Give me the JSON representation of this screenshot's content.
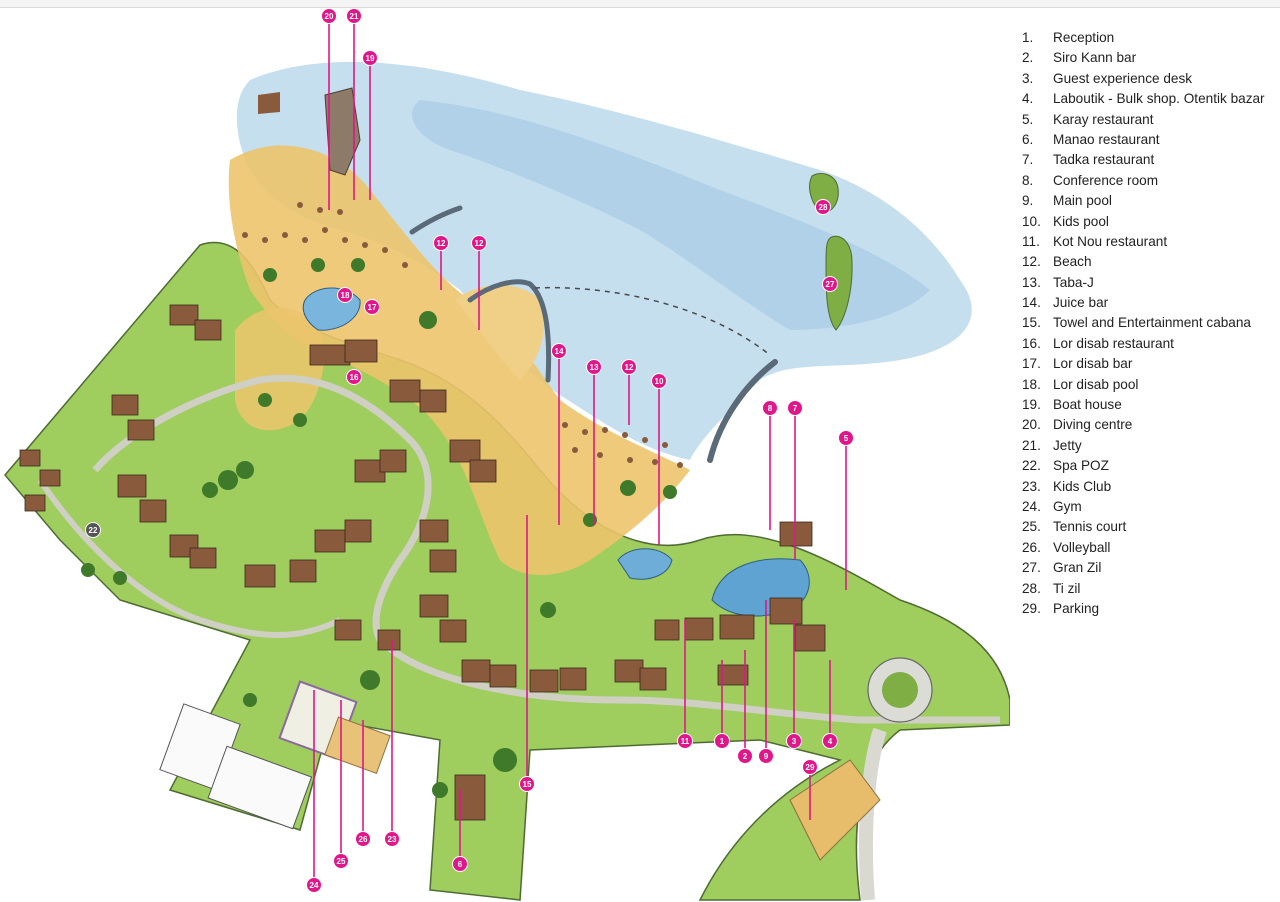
{
  "legend": {
    "items": [
      {
        "num": "1.",
        "label": "Reception"
      },
      {
        "num": "2.",
        "label": "Siro Kann bar"
      },
      {
        "num": "3.",
        "label": "Guest experience desk"
      },
      {
        "num": "4.",
        "label": "Laboutik - Bulk shop. Otentik bazar"
      },
      {
        "num": "5.",
        "label": "Karay restaurant"
      },
      {
        "num": "6.",
        "label": "Manao restaurant"
      },
      {
        "num": "7.",
        "label": "Tadka restaurant"
      },
      {
        "num": "8.",
        "label": "Conference room"
      },
      {
        "num": "9.",
        "label": "Main pool"
      },
      {
        "num": "10.",
        "label": "Kids pool"
      },
      {
        "num": "11.",
        "label": "Kot Nou restaurant"
      },
      {
        "num": "12.",
        "label": "Beach"
      },
      {
        "num": "13.",
        "label": "Taba-J"
      },
      {
        "num": "14.",
        "label": "Juice bar"
      },
      {
        "num": "15.",
        "label": "Towel and Entertainment cabana"
      },
      {
        "num": "16.",
        "label": "Lor disab restaurant"
      },
      {
        "num": "17.",
        "label": "Lor disab bar"
      },
      {
        "num": "18.",
        "label": "Lor disab pool"
      },
      {
        "num": "19.",
        "label": "Boat house"
      },
      {
        "num": "20.",
        "label": "Diving centre"
      },
      {
        "num": "21.",
        "label": "Jetty"
      },
      {
        "num": "22.",
        "label": "Spa POZ"
      },
      {
        "num": "23.",
        "label": "Kids Club"
      },
      {
        "num": "24.",
        "label": "Gym"
      },
      {
        "num": "25.",
        "label": "Tennis court"
      },
      {
        "num": "26.",
        "label": "Volleyball"
      },
      {
        "num": "27.",
        "label": "Gran Zil"
      },
      {
        "num": "28.",
        "label": "Ti zil"
      },
      {
        "num": "29.",
        "label": "Parking"
      }
    ]
  },
  "markers": [
    {
      "label": "20",
      "color": "#e0178a"
    },
    {
      "label": "21",
      "color": "#e0178a"
    },
    {
      "label": "19",
      "color": "#e0178a"
    },
    {
      "label": "12",
      "color": "#e0178a"
    },
    {
      "label": "12",
      "color": "#e0178a"
    },
    {
      "label": "18",
      "color": "#e0178a"
    },
    {
      "label": "17",
      "color": "#e0178a"
    },
    {
      "label": "16",
      "color": "#e0178a"
    },
    {
      "label": "14",
      "color": "#e0178a"
    },
    {
      "label": "13",
      "color": "#e0178a"
    },
    {
      "label": "12",
      "color": "#e0178a"
    },
    {
      "label": "10",
      "color": "#e0178a"
    },
    {
      "label": "8",
      "color": "#e0178a"
    },
    {
      "label": "7",
      "color": "#e0178a"
    },
    {
      "label": "5",
      "color": "#e0178a"
    },
    {
      "label": "28",
      "color": "#e0178a"
    },
    {
      "label": "27",
      "color": "#e0178a"
    },
    {
      "label": "22",
      "color": "#555555"
    },
    {
      "label": "11",
      "color": "#e0178a"
    },
    {
      "label": "1",
      "color": "#e0178a"
    },
    {
      "label": "2",
      "color": "#e0178a"
    },
    {
      "label": "9",
      "color": "#e0178a"
    },
    {
      "label": "3",
      "color": "#e0178a"
    },
    {
      "label": "4",
      "color": "#e0178a"
    },
    {
      "label": "29",
      "color": "#e0178a"
    },
    {
      "label": "15",
      "color": "#e0178a"
    },
    {
      "label": "6",
      "color": "#e0178a"
    },
    {
      "label": "24",
      "color": "#e0178a"
    },
    {
      "label": "25",
      "color": "#e0178a"
    },
    {
      "label": "26",
      "color": "#e0178a"
    },
    {
      "label": "23",
      "color": "#e0178a"
    }
  ],
  "colors": {
    "sea": "#b9d7ea",
    "sea_deep": "#9cc3df",
    "grass": "#9ccb5c",
    "grass_dark": "#79ab3e",
    "sand": "#e8bf66",
    "sand_light": "#f1d08a",
    "roof": "#8a5a3c",
    "path": "#c9c9c0",
    "pool": "#5fa0cf",
    "marker": "#e0178a"
  }
}
